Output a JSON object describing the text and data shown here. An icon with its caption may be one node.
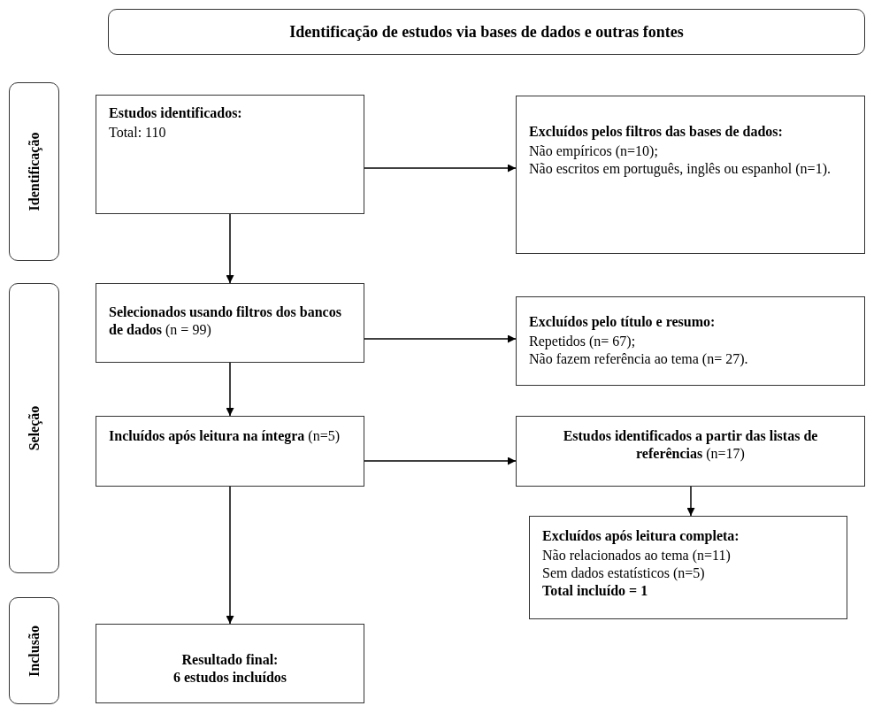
{
  "diagram": {
    "title": "Identificação de estudos via bases de dados e outras fontes",
    "nodes": [
      {
        "text": [
          "Identificação"
        ]
      },
      {
        "text": [
          "**Estudos identificados:**",
          "Total: 110"
        ]
      },
      {
        "text": [
          "**Excluídos pelos filtros das bases de dados:**",
          "Não empíricos (n=10);",
          "Não escritos em português, inglês ou espanhol (n=1)."
        ]
      },
      {
        "text": [
          "Seleção"
        ]
      },
      {
        "text": [
          "**Selecionados usando filtros dos bancos de dados** (n = 99)"
        ]
      },
      {
        "text": [
          "**Excluídos pelo título e resumo:**",
          "Repetidos (n= 67);",
          "Não fazem referência ao tema (n= 27)."
        ]
      },
      {
        "text": [
          "**Incluídos após leitura na íntegra** (n=5)"
        ]
      },
      {
        "text": [
          "**Estudos identificados a partir das listas de referências** (n=17)"
        ]
      },
      {
        "text": [
          "**Excluídos após leitura completa:**",
          "Não relacionados ao tema (n=11)",
          "Sem dados estatísticos (n=5)",
          "**Total incluído = 1**"
        ]
      },
      {
        "text": [
          "Inclusão"
        ]
      },
      {
        "text": [
          "**Resultado final:**",
          "**6 estudos incluídos**"
        ]
      }
    ],
    "edges": [
      {
        "from": 1,
        "to": 2,
        "arrow": "to"
      },
      {
        "from": 1,
        "to": 4,
        "arrow": "to"
      },
      {
        "from": 4,
        "to": 5,
        "arrow": "to"
      },
      {
        "from": 4,
        "to": 6,
        "arrow": "to"
      },
      {
        "from": 6,
        "to": 7,
        "arrow": "to"
      },
      {
        "from": 7,
        "to": 8,
        "arrow": "to"
      },
      {
        "from": 6,
        "to": 10,
        "arrow": "to"
      }
    ]
  }
}
